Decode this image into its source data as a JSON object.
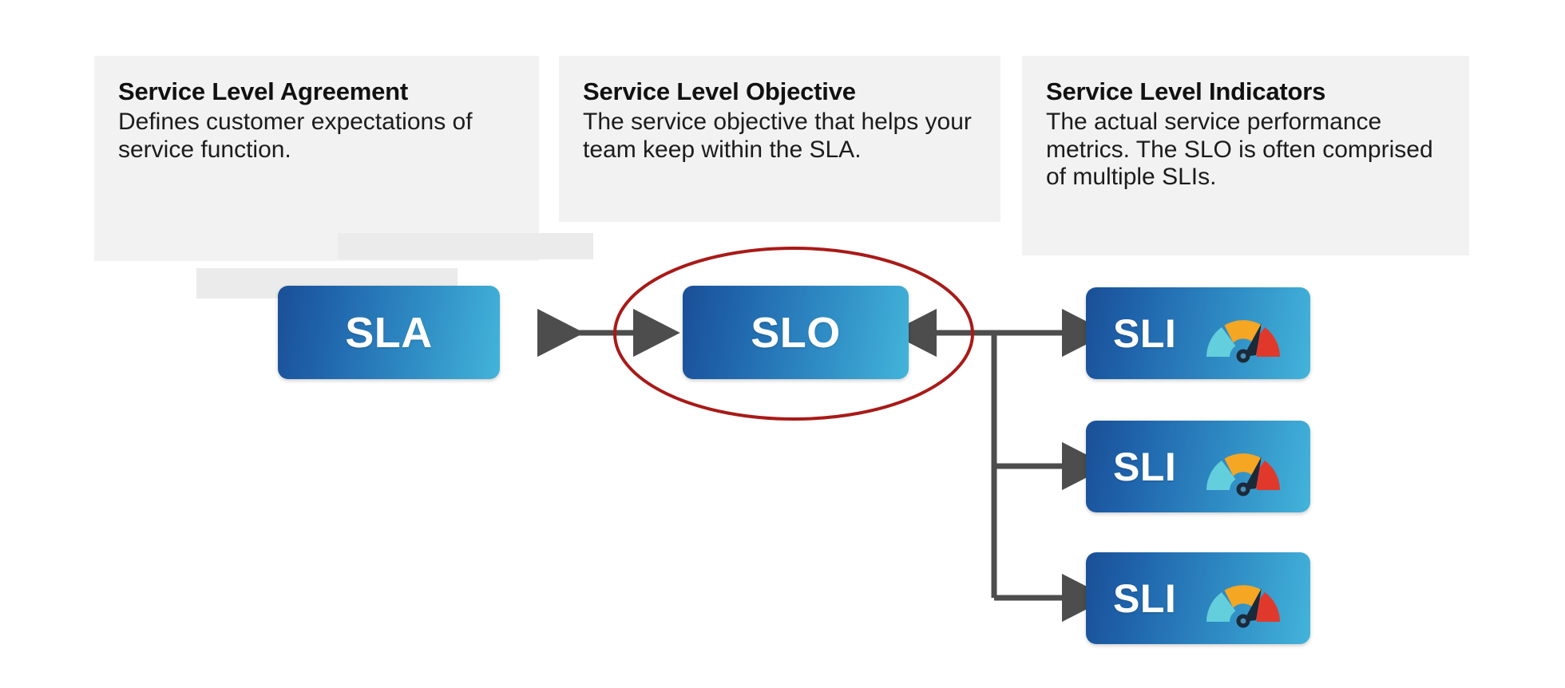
{
  "diagram": {
    "title": "SLA / SLO / SLI relationship diagram",
    "background_color": "#ffffff",
    "card_background": "#f2f2f2",
    "redaction_color": "#ebebeb",
    "node_gradient_from": "#1a4f96",
    "node_gradient_to": "#43b4da",
    "connector_color": "#4d4d4d",
    "highlight_color": "#a81a18"
  },
  "cards": [
    {
      "id": "sla",
      "title": "Service Level Agreement",
      "body": "Defines customer expectations of service function."
    },
    {
      "id": "slo",
      "title": "Service Level Objective",
      "body": "The service objective that helps your team keep within the SLA."
    },
    {
      "id": "sli",
      "title": "Service Level Indicators",
      "body": "The actual service performance metrics. The SLO is often comprised of multiple SLIs."
    }
  ],
  "nodes": {
    "sla": {
      "label": "SLA"
    },
    "slo": {
      "label": "SLO"
    },
    "sli_1": {
      "label": "SLI",
      "icon": "gauge-icon"
    },
    "sli_2": {
      "label": "SLI",
      "icon": "gauge-icon"
    },
    "sli_3": {
      "label": "SLI",
      "icon": "gauge-icon"
    }
  },
  "gauge": {
    "segment_low_color": "#63cfdc",
    "segment_mid_color": "#f5a623",
    "segment_high_color": "#e0392c",
    "needle_color": "#1b2a3a"
  },
  "connectors": {
    "sla_slo": {
      "kind": "double-arrow"
    },
    "slo_sli": {
      "kind": "branching-arrow",
      "branches": 3
    }
  },
  "annotation": {
    "kind": "ellipse-highlight",
    "target": "SLO",
    "color": "#a81a18"
  }
}
